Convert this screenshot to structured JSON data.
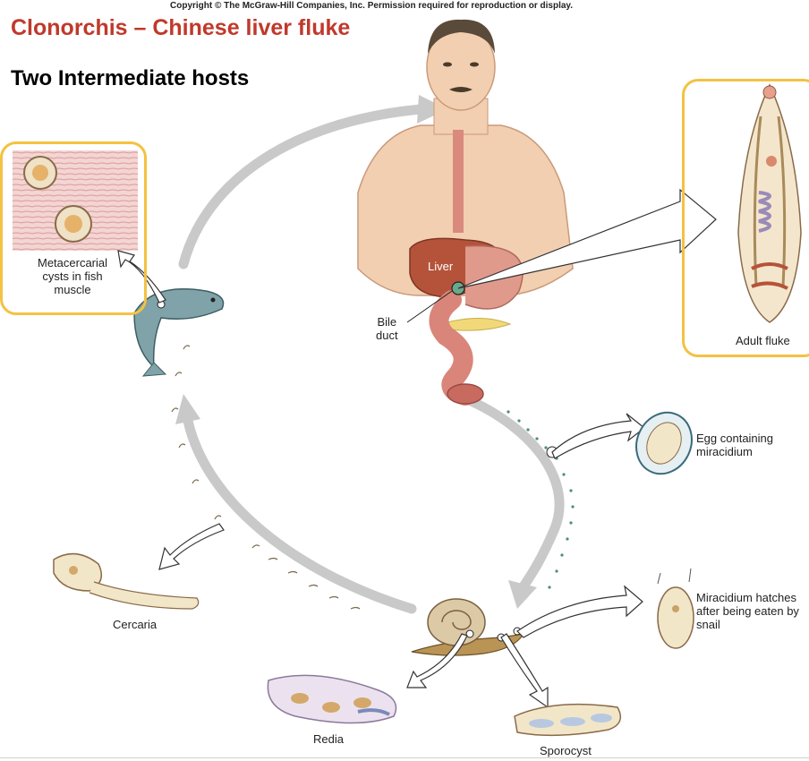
{
  "header": {
    "copyright": "Copyright © The McGraw-Hill Companies, Inc. Permission required for reproduction or display.",
    "title": "Clonorchis – Chinese liver fluke",
    "subtitle": "Two Intermediate hosts"
  },
  "labels": {
    "liver": "Liver",
    "bile_duct_line1": "Bile",
    "bile_duct_line2": "duct",
    "adult_fluke": "Adult fluke",
    "metacercarial_line1": "Metacercarial",
    "metacercarial_line2": "cysts in fish",
    "metacercarial_line3": "muscle",
    "egg_line1": "Egg containing",
    "egg_line2": "miracidium",
    "miracidium_line1": "Miracidium hatches",
    "miracidium_line2": "after being eaten by",
    "miracidium_line3": "snail",
    "cercaria": "Cercaria",
    "redia": "Redia",
    "sporocyst": "Sporocyst"
  },
  "colors": {
    "title": "#c0392b",
    "highlight_box": "#f3c242",
    "cycle_arrow": "#c9c9c9",
    "skin": "#f2cfb0",
    "liver": "#b5533a",
    "intestine": "#d9857a"
  }
}
